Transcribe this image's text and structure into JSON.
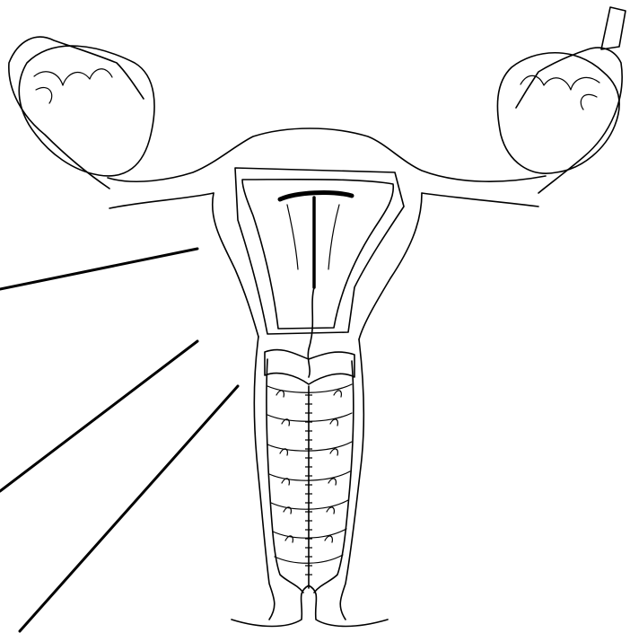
{
  "diagram": {
    "stroke_color": "#000000",
    "background": "#ffffff",
    "text_labels": [],
    "label_pointers": [
      "pointer-1",
      "pointer-2",
      "pointer-3"
    ]
  }
}
